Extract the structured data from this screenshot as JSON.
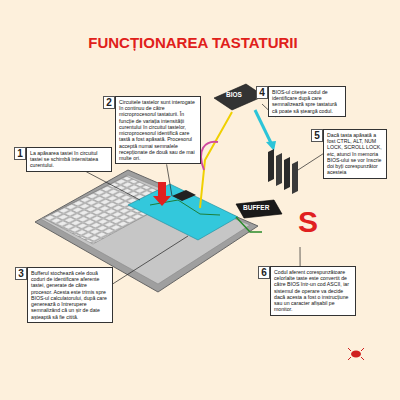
{
  "diagram": {
    "title": "FUNCȚIONAREA TASTATURII",
    "nodes": [
      {
        "text": [
          "La apăsarea tastei în circuitul tastei se schimbă intensitatea curentului."
        ]
      },
      {
        "text": [
          "Circuitele tastelor sunt interogate în continuu de către microprocesorul tastaturii. În funcție de variația intensității curentului în circuitul tastelor, microprocesorul identifică care tastă a fost apăsată. Procesorul acceptă numai semnalele recepționate de două sau de mai multe ori."
        ]
      },
      {
        "text": [
          "Bufferul stochează cele două coduri de identificare aferente tastei, generate de către procesor. Acesta este trimis spre BIOS-ul calculatorului, după care generează o întrerupere semnalizând că un șir de date așteaptă să fie citită."
        ]
      },
      {
        "text": [
          "BIOS-ul citește codul de identificare după care semnalizează spre tastatură că poate să șteargă codul."
        ]
      },
      {
        "text": [
          "Dacă tasta apăsată a fost CTRL, ALT, NUM LOCK, SCROLL LOCK, etc, atunci în memoria BIOS-ului se vor înscrie doi byți corespunzător acesteia"
        ]
      },
      {
        "text": [
          "Codul aferent corespunzătoare celorlalte taste este convertit de către BIOS într-un cod ASCII, iar sistemul de operare va decide dacă acesta a fost o instrucțiune sau un caracter afișabil pe monitor."
        ]
      }
    ],
    "labels": [
      "1",
      "2",
      "3",
      "4",
      "5",
      "6",
      "BIOS",
      "BUFFER",
      "S"
    ]
  }
}
